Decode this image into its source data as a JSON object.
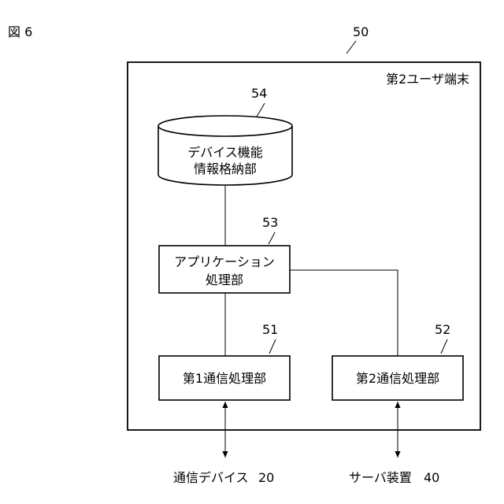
{
  "figure_label": "図 6",
  "terminal": {
    "ref": "50",
    "label": "第2ユーザ端末"
  },
  "device_storage": {
    "ref": "54",
    "line1": "デバイス機能",
    "line2": "情報格納部"
  },
  "app_processor": {
    "ref": "53",
    "line1": "アプリケーション",
    "line2": "処理部"
  },
  "comm1": {
    "ref": "51",
    "label": "第1通信処理部"
  },
  "comm2": {
    "ref": "52",
    "label": "第2通信処理部"
  },
  "external_left": {
    "label": "通信デバイス",
    "ref": "20"
  },
  "external_right": {
    "label": "サーバ装置",
    "ref": "40"
  }
}
